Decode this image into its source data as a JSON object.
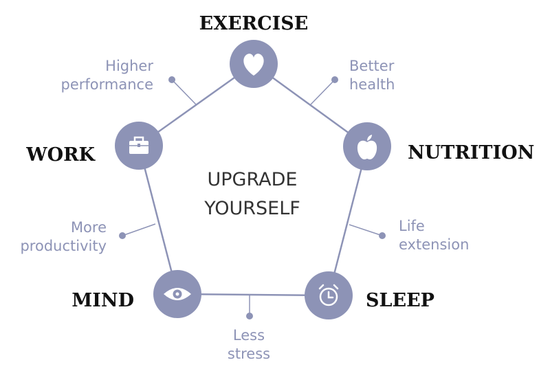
{
  "center": {
    "line1": "UPGRADE",
    "line2": "YOURSELF"
  },
  "nodes": [
    {
      "id": "exercise",
      "label": "EXERCISE",
      "icon": "heart-icon"
    },
    {
      "id": "nutrition",
      "label": "NUTRITION",
      "icon": "apple-icon"
    },
    {
      "id": "sleep",
      "label": "SLEEP",
      "icon": "alarm-clock-icon"
    },
    {
      "id": "mind",
      "label": "MIND",
      "icon": "eye-icon"
    },
    {
      "id": "work",
      "label": "WORK",
      "icon": "briefcase-icon"
    }
  ],
  "benefits": [
    {
      "id": "higher-performance",
      "line1": "Higher",
      "line2": "performance"
    },
    {
      "id": "better-health",
      "line1": "Better",
      "line2": "health"
    },
    {
      "id": "life-extension",
      "line1": "Life",
      "line2": "extension"
    },
    {
      "id": "less-stress",
      "line1": "Less",
      "line2": "stress"
    },
    {
      "id": "more-productivity",
      "line1": "More",
      "line2": "productivity"
    }
  ],
  "colors": {
    "accent": "#8d93b6",
    "label": "#111111",
    "center_text": "#333333"
  }
}
